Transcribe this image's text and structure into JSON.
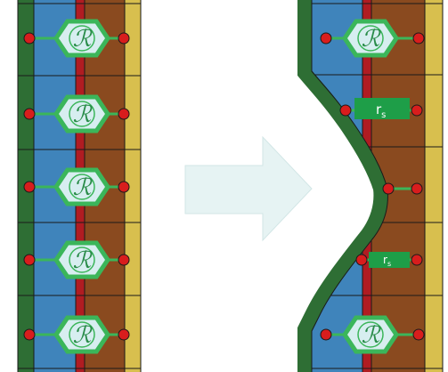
{
  "diagram": {
    "colors": {
      "outer_green": "#2e6e34",
      "blue": "#3f84bb",
      "red_line": "#b01c22",
      "brown": "#8a4a1f",
      "yellow": "#d8bf4e",
      "grid": "#1a1a1a",
      "node": "#d81d1d",
      "connector": "#3bb65a",
      "hex_fill": "#d7eef0",
      "hex_stroke": "#3bb65a",
      "arrow": "#e6f3f3"
    },
    "left_units": [
      {
        "symbol": "ℛ"
      },
      {
        "symbol": "ℛ"
      },
      {
        "symbol": "ℛ"
      },
      {
        "symbol": "ℛ"
      },
      {
        "symbol": "ℛ"
      }
    ],
    "right_units": [
      {
        "symbol": "ℛ"
      },
      {
        "symbol": "ℛ"
      }
    ],
    "labels": [
      {
        "main": "r",
        "sub": "s"
      },
      {
        "main": "r",
        "sub": "s"
      }
    ],
    "arrow_icon": "right-arrow-icon"
  }
}
